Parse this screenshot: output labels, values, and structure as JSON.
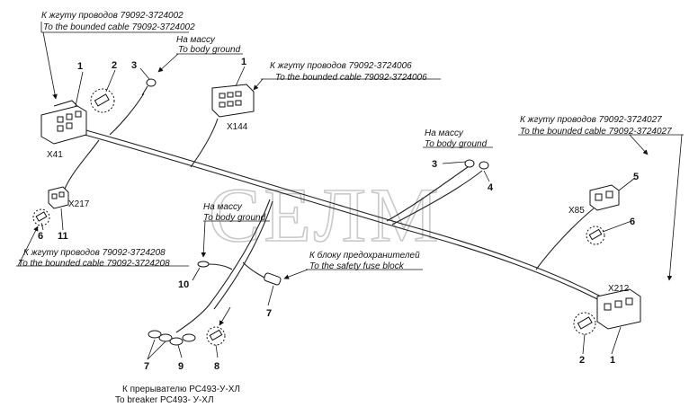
{
  "watermark": "СЕЛМ",
  "labels": {
    "a_ru": "К жгуту проводов 79092-3724002",
    "a_en": "To the bounded cable 79092-3724002",
    "b_ru": "На массу",
    "b_en": "To body ground",
    "c_ru": "К жгуту проводов 79092-3724006",
    "c_en": "To the bounded cable 79092-3724006",
    "d_ru": "На массу",
    "d_en": "To body ground",
    "e_ru": "К жгуту проводов 79092-3724027",
    "e_en": "To the bounded cable 79092-3724027",
    "f_ru": "На массу",
    "f_en": "To body ground",
    "g_ru": "К блоку предохранителей",
    "g_en": "To the safety fuse block",
    "h_ru": "К жгуту проводов 79092-3724208",
    "h_en": "To the bounded cable 79092-3724208",
    "i_ru": "К прерывателю РС493-У-ХЛ",
    "i_en": "To breaker РС493- У-ХЛ"
  },
  "connectors": {
    "x41": "X41",
    "x144": "X144",
    "x217": "X217",
    "x85": "X85",
    "x212": "X212"
  },
  "callouts": {
    "n1a": "1",
    "n2a": "2",
    "n3a": "3",
    "n1b": "1",
    "n3b": "3",
    "n4": "4",
    "n5": "5",
    "n6a": "6",
    "n6b": "6",
    "n11": "11",
    "n10": "10",
    "n7a": "7",
    "n7b": "7",
    "n9": "9",
    "n8": "8",
    "n2b": "2",
    "n1c": "1"
  }
}
